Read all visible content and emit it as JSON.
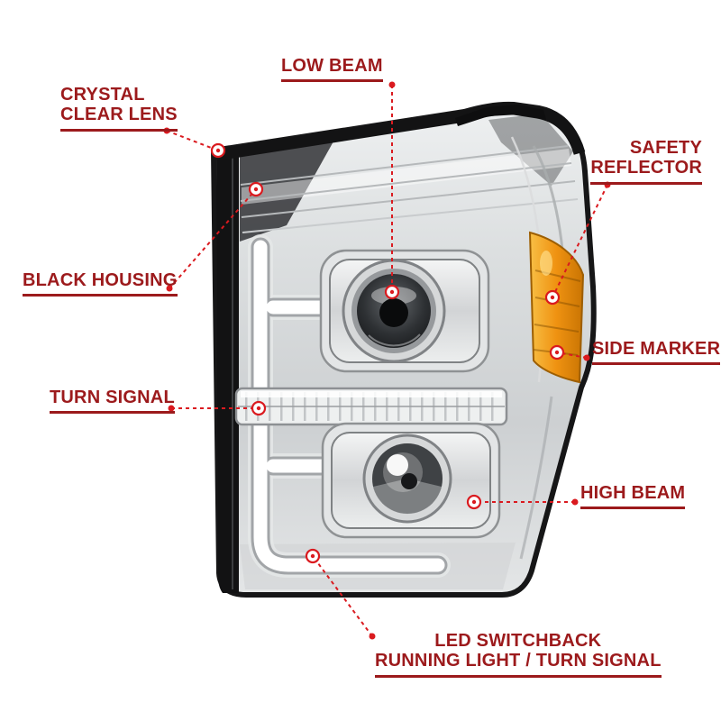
{
  "accent": {
    "label_color": "#9c1a1c",
    "line_color": "#da1a1f"
  },
  "headlight_colors": {
    "chrome": "#d5d7d8",
    "amber_reflector": "#ef9211",
    "housing_black": "#141414",
    "drl_tube_white": "#ffffff"
  },
  "callouts": {
    "low_beam": {
      "lines": [
        "LOW BEAM"
      ]
    },
    "crystal_lens": {
      "lines": [
        "CRYSTAL",
        "CLEAR LENS"
      ]
    },
    "safety_reflector": {
      "lines": [
        "SAFETY",
        "REFLECTOR"
      ]
    },
    "black_housing": {
      "lines": [
        "BLACK HOUSING"
      ]
    },
    "turn_signal": {
      "lines": [
        "TURN SIGNAL"
      ]
    },
    "side_marker": {
      "lines": [
        "SIDE MARKER"
      ]
    },
    "high_beam": {
      "lines": [
        "HIGH BEAM"
      ]
    },
    "led_switchback": {
      "lines": [
        "LED SWITCHBACK",
        "RUNNING LIGHT / TURN SIGNAL"
      ]
    }
  }
}
